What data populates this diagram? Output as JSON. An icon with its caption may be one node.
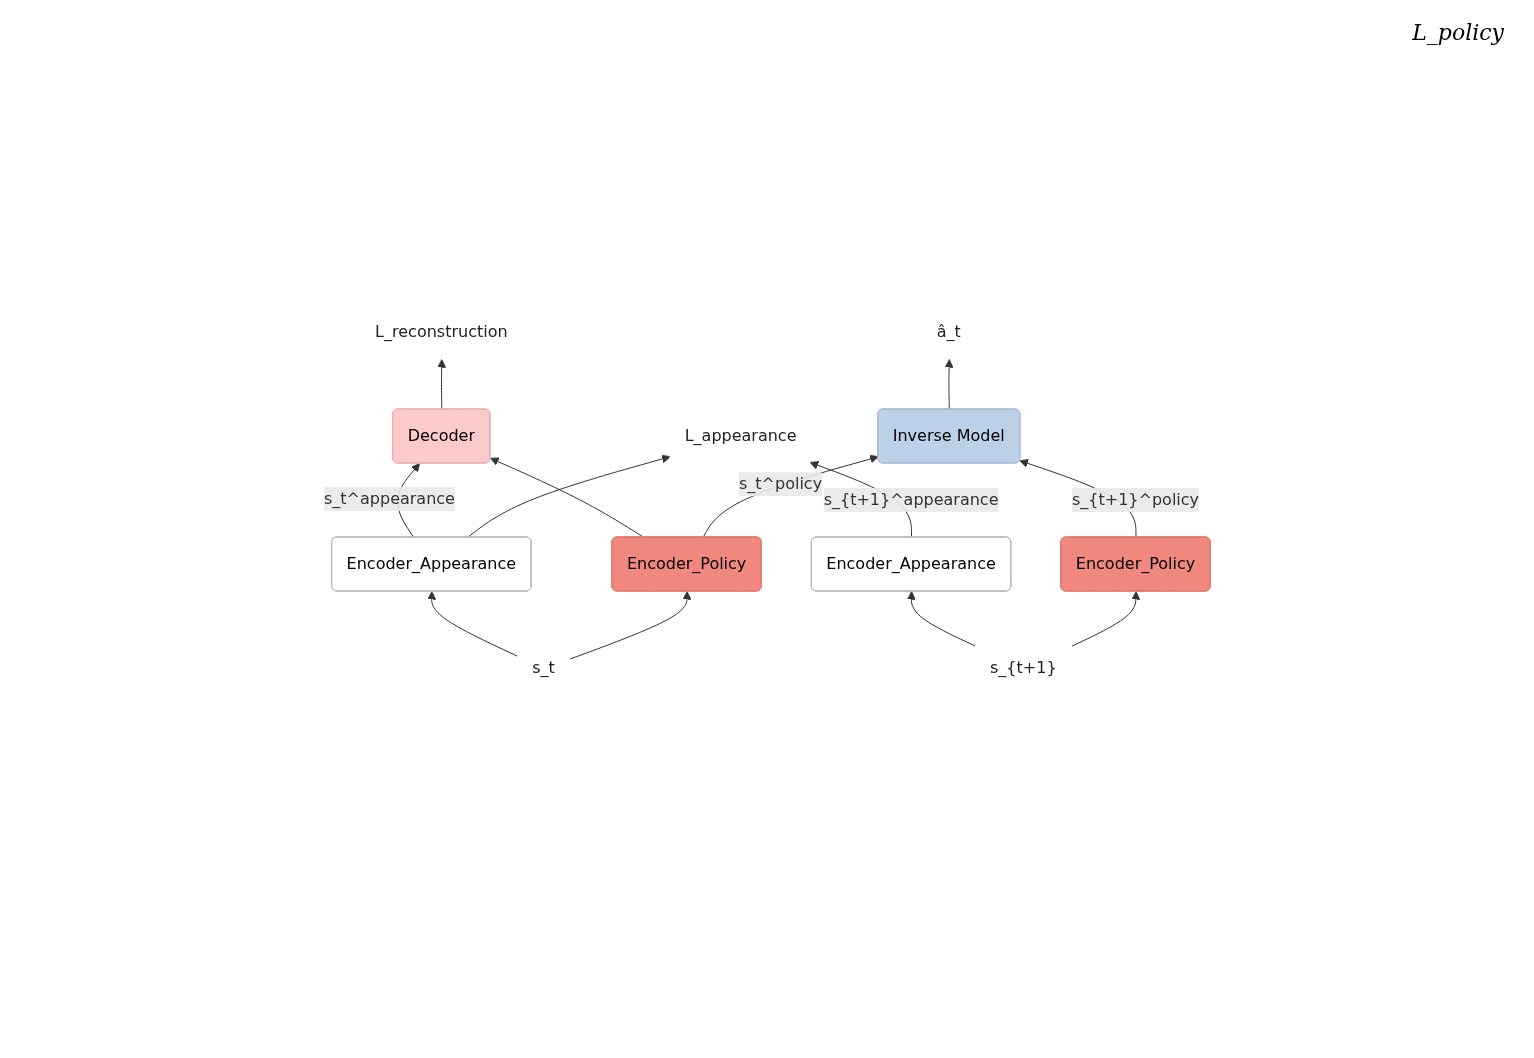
{
  "diagram": {
    "nodes": [
      {
        "text": [
          "Decoder"
        ]
      },
      {
        "text": [
          "Inverse Model"
        ]
      },
      {
        "text": [
          "Encoder_Appearance"
        ]
      },
      {
        "text": [
          "Encoder_Appearance"
        ]
      },
      {
        "text": [
          "Encoder_Policy"
        ]
      },
      {
        "text": [
          "Encoder_Policy"
        ]
      },
      {
        "text": [
          "s_t"
        ]
      },
      {
        "text": [
          "s_{t+1}"
        ]
      },
      {
        "text": [
          "L_reconstruction"
        ]
      },
      {
        "text": [
          "L_appearance"
        ]
      },
      {
        "text": [
          "â_t"
        ]
      }
    ],
    "edges": [
      {
        "from": 6,
        "to": 3,
        "arrow": "to"
      },
      {
        "from": 6,
        "to": 4,
        "arrow": "to"
      },
      {
        "from": 7,
        "to": 2,
        "arrow": "to"
      },
      {
        "from": 7,
        "to": 5,
        "arrow": "to"
      },
      {
        "from": 3,
        "to": 0,
        "arrow": "to",
        "label": "s_t^appearance"
      },
      {
        "from": 3,
        "to": 9,
        "arrow": "to"
      },
      {
        "from": 2,
        "to": 9,
        "arrow": "to",
        "label": "s_{t+1}^appearance"
      },
      {
        "from": 4,
        "to": 0,
        "arrow": "to"
      },
      {
        "from": 4,
        "to": 1,
        "arrow": "to",
        "label": "s_t^policy"
      },
      {
        "from": 5,
        "to": 1,
        "arrow": "to",
        "label": "s_{t+1}^policy"
      },
      {
        "from": 0,
        "to": 8,
        "arrow": "to"
      },
      {
        "from": 1,
        "to": 10,
        "arrow": "to"
      }
    ],
    "labels": [
      "L_policy"
    ]
  }
}
